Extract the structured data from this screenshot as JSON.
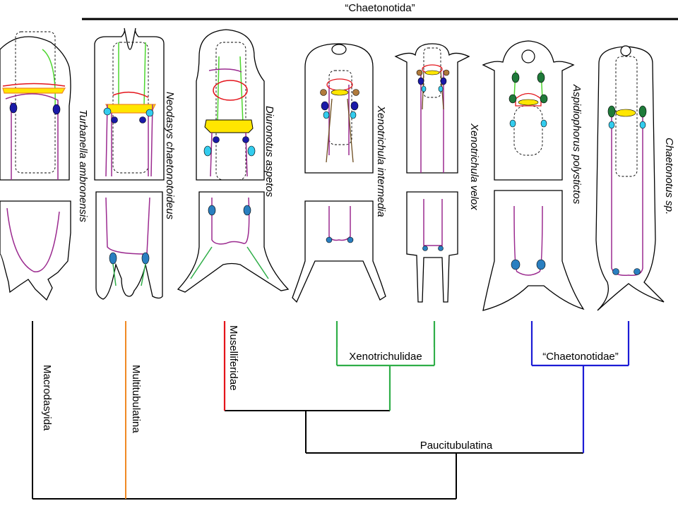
{
  "header": {
    "group_label": "“Chaetonotida”"
  },
  "species": [
    {
      "genus": "Turbanella",
      "epithet": "ambronensis"
    },
    {
      "genus": "Neodasys",
      "epithet": "chaetonotoideus"
    },
    {
      "genus": "Diuronotus",
      "epithet": "aspetos"
    },
    {
      "genus": "Xenotrichula",
      "epithet": "intermedia"
    },
    {
      "genus": "Xenotrichula",
      "epithet": "velox"
    },
    {
      "genus": "Aspidiophorus",
      "epithet": "polystictos"
    },
    {
      "genus": "Chaetonotus",
      "epithet": "sp."
    }
  ],
  "clades": {
    "macrodasyida": "Macrodasyida",
    "multitubulatina": "Multitubulatina",
    "musellifer": "Muselliferidae",
    "xenotrichulidae": "Xenotrichulidae",
    "chaetonotidae": "“Chaetonotidae”",
    "paucitubulatina": "Paucitubulatina"
  },
  "colors": {
    "macrodasyida": "#000000",
    "multitubulatina": "#f08a24",
    "musellifer": "#e4141b",
    "xenotrichulidae": "#2fae48",
    "chaetonotidae": "#1c1cd6",
    "purple_nerve": "#9b2a8f",
    "yellow_brain": "#ffe600",
    "green_nerve": "#4cd62e",
    "cyan_organ": "#33ccee",
    "navy_organ": "#1a1aa8",
    "teal_marker": "#2a7fc0",
    "brown_organ": "#b07a3c",
    "dark_green_organ": "#1f7a3a"
  }
}
